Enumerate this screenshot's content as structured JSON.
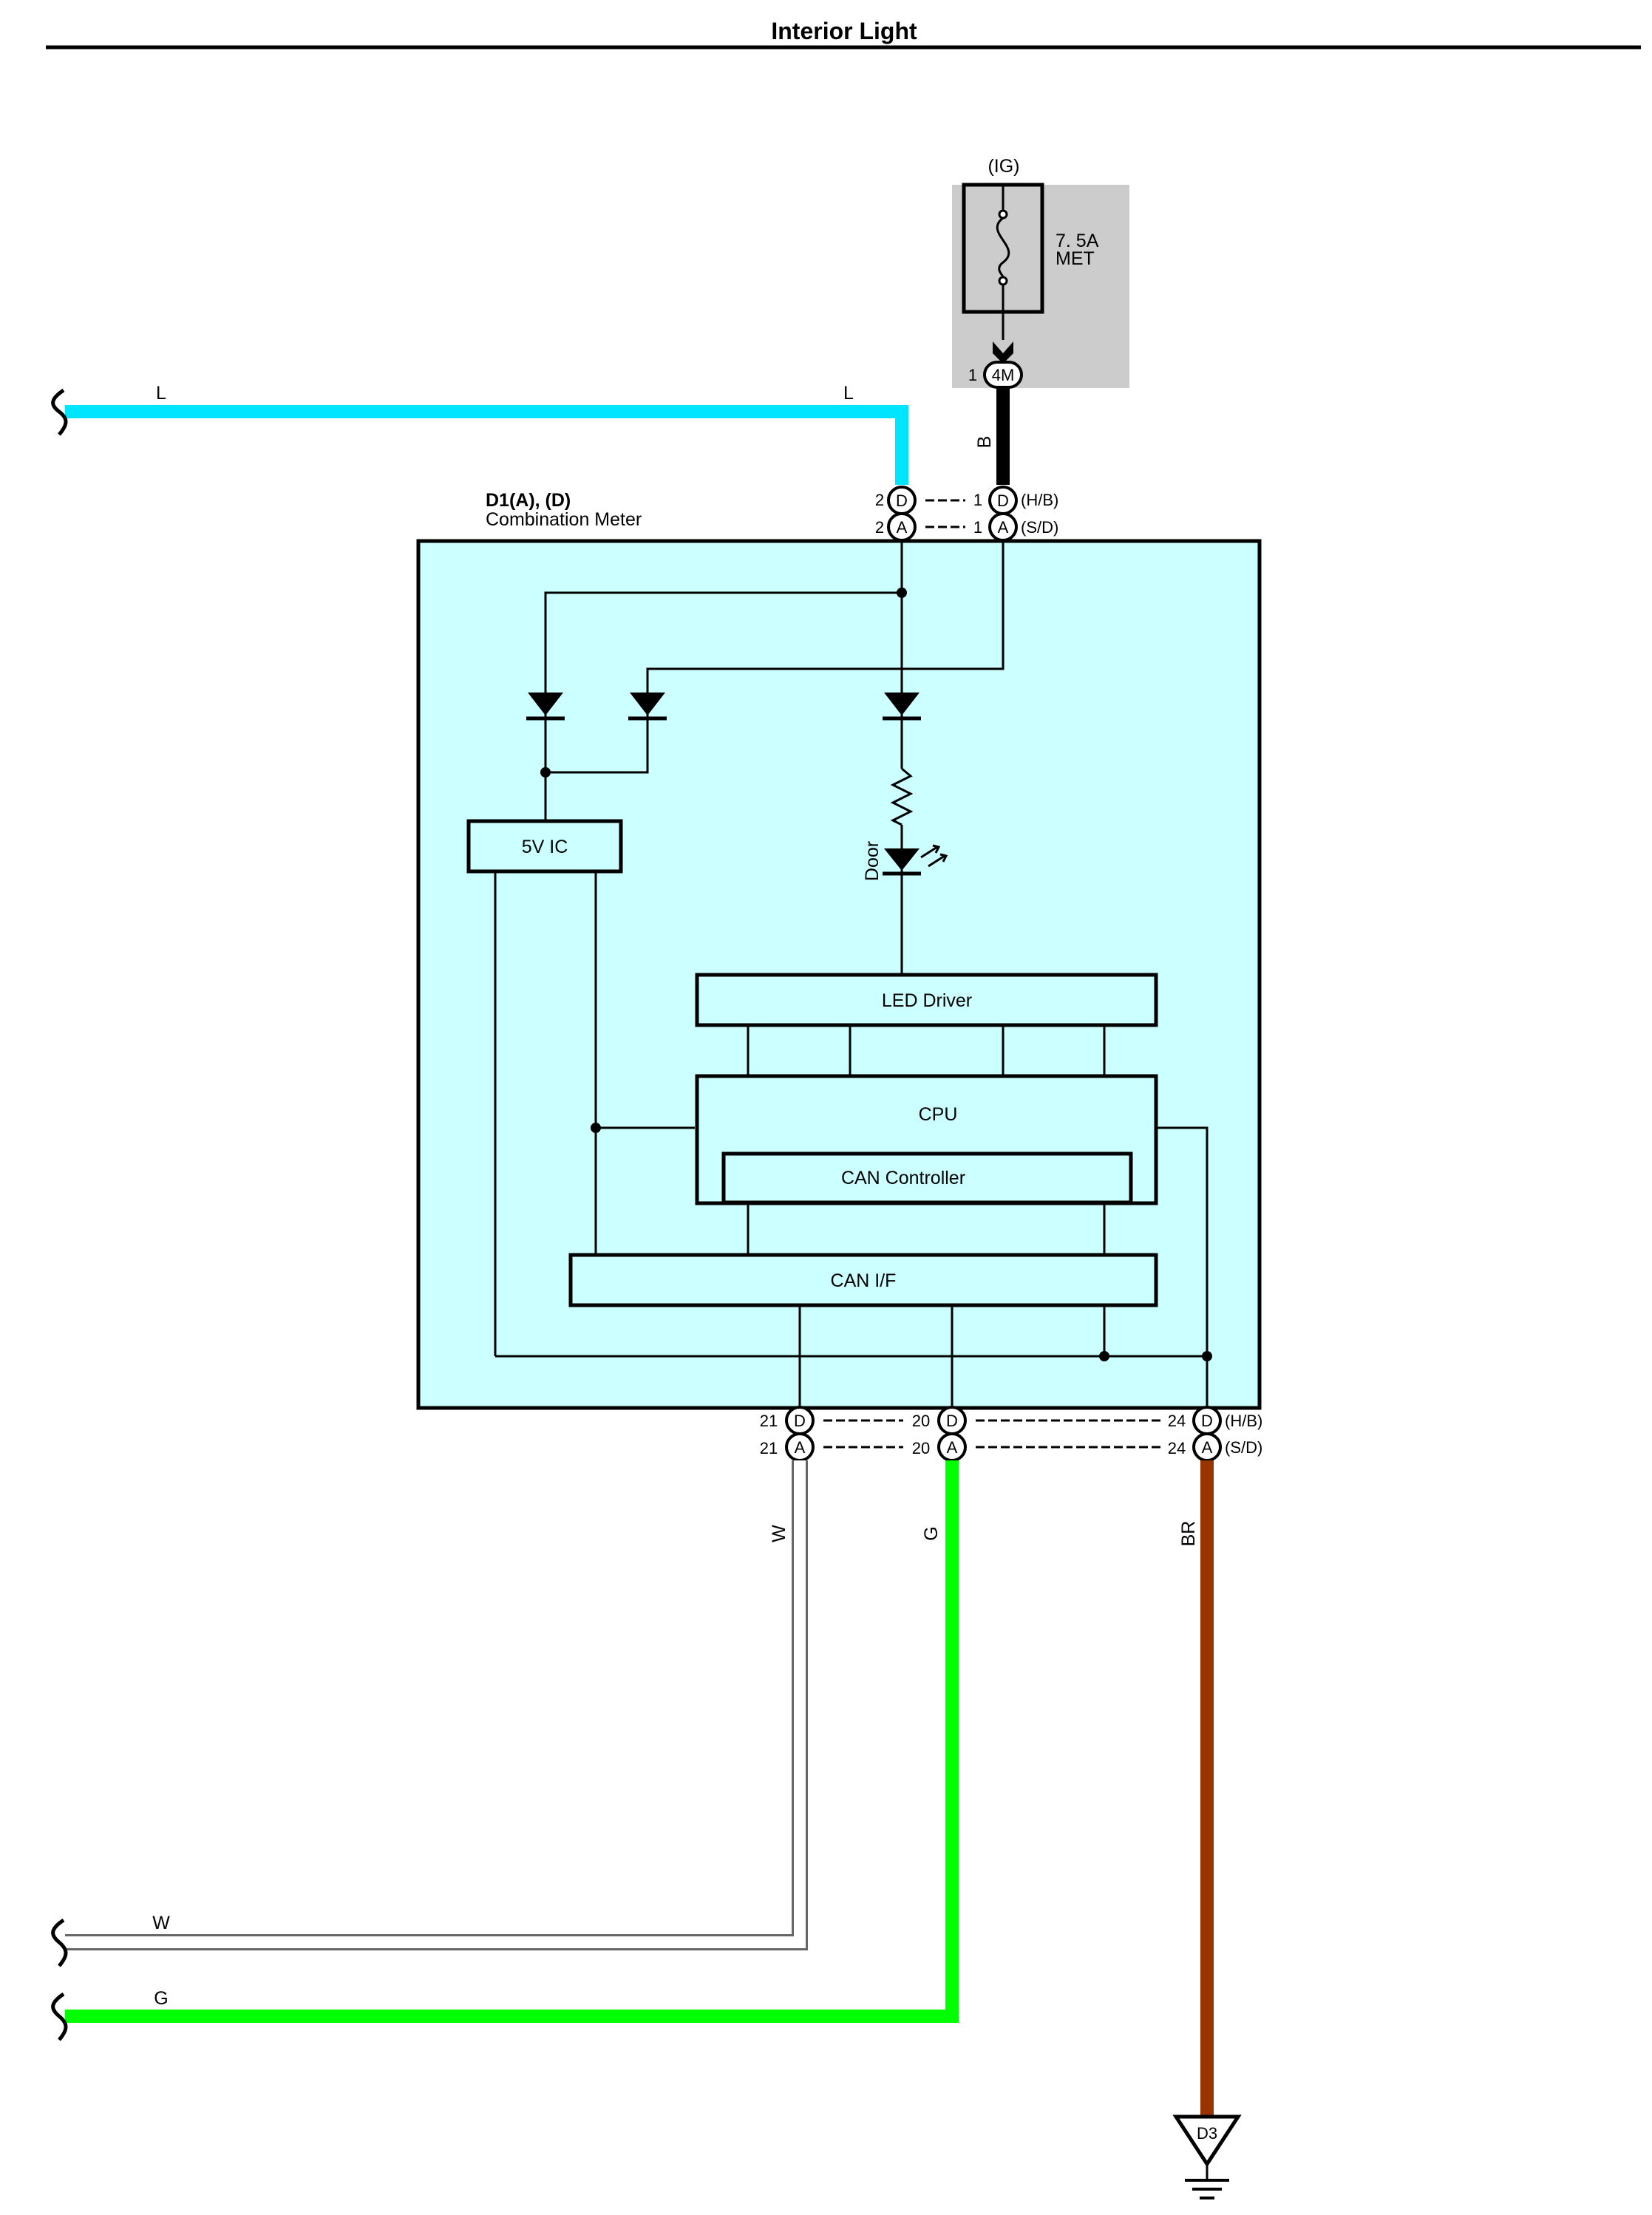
{
  "title": "Interior Light",
  "fuse": {
    "source": "(IG)",
    "rating": "7. 5A",
    "name": "MET",
    "pin_number": "1",
    "connector": "4M"
  },
  "meter": {
    "connector": "D1(A), (D)",
    "name": "Combination Meter"
  },
  "blocks": {
    "ic": "5V IC",
    "led_driver": "LED Driver",
    "cpu": "CPU",
    "can_controller": "CAN Controller",
    "can_if": "CAN I/F",
    "led": "Door"
  },
  "connectors": {
    "hb": "(H/B)",
    "sd": "(S/D)",
    "D": "D",
    "A": "A",
    "pin_2": "2",
    "pin_1": "1",
    "pin_21": "21",
    "pin_20": "20",
    "pin_24": "24"
  },
  "wires": {
    "L": {
      "label": "L",
      "color": "#00e5ff"
    },
    "B": {
      "label": "B",
      "color": "#000000"
    },
    "W": {
      "label": "W",
      "color": "#ffffff"
    },
    "G": {
      "label": "G",
      "color": "#00ff00"
    },
    "BR": {
      "label": "BR",
      "color": "#993300"
    }
  },
  "ground": "D3",
  "colors": {
    "block_fill": "#ccffff",
    "fuse_box": "#cccccc"
  }
}
